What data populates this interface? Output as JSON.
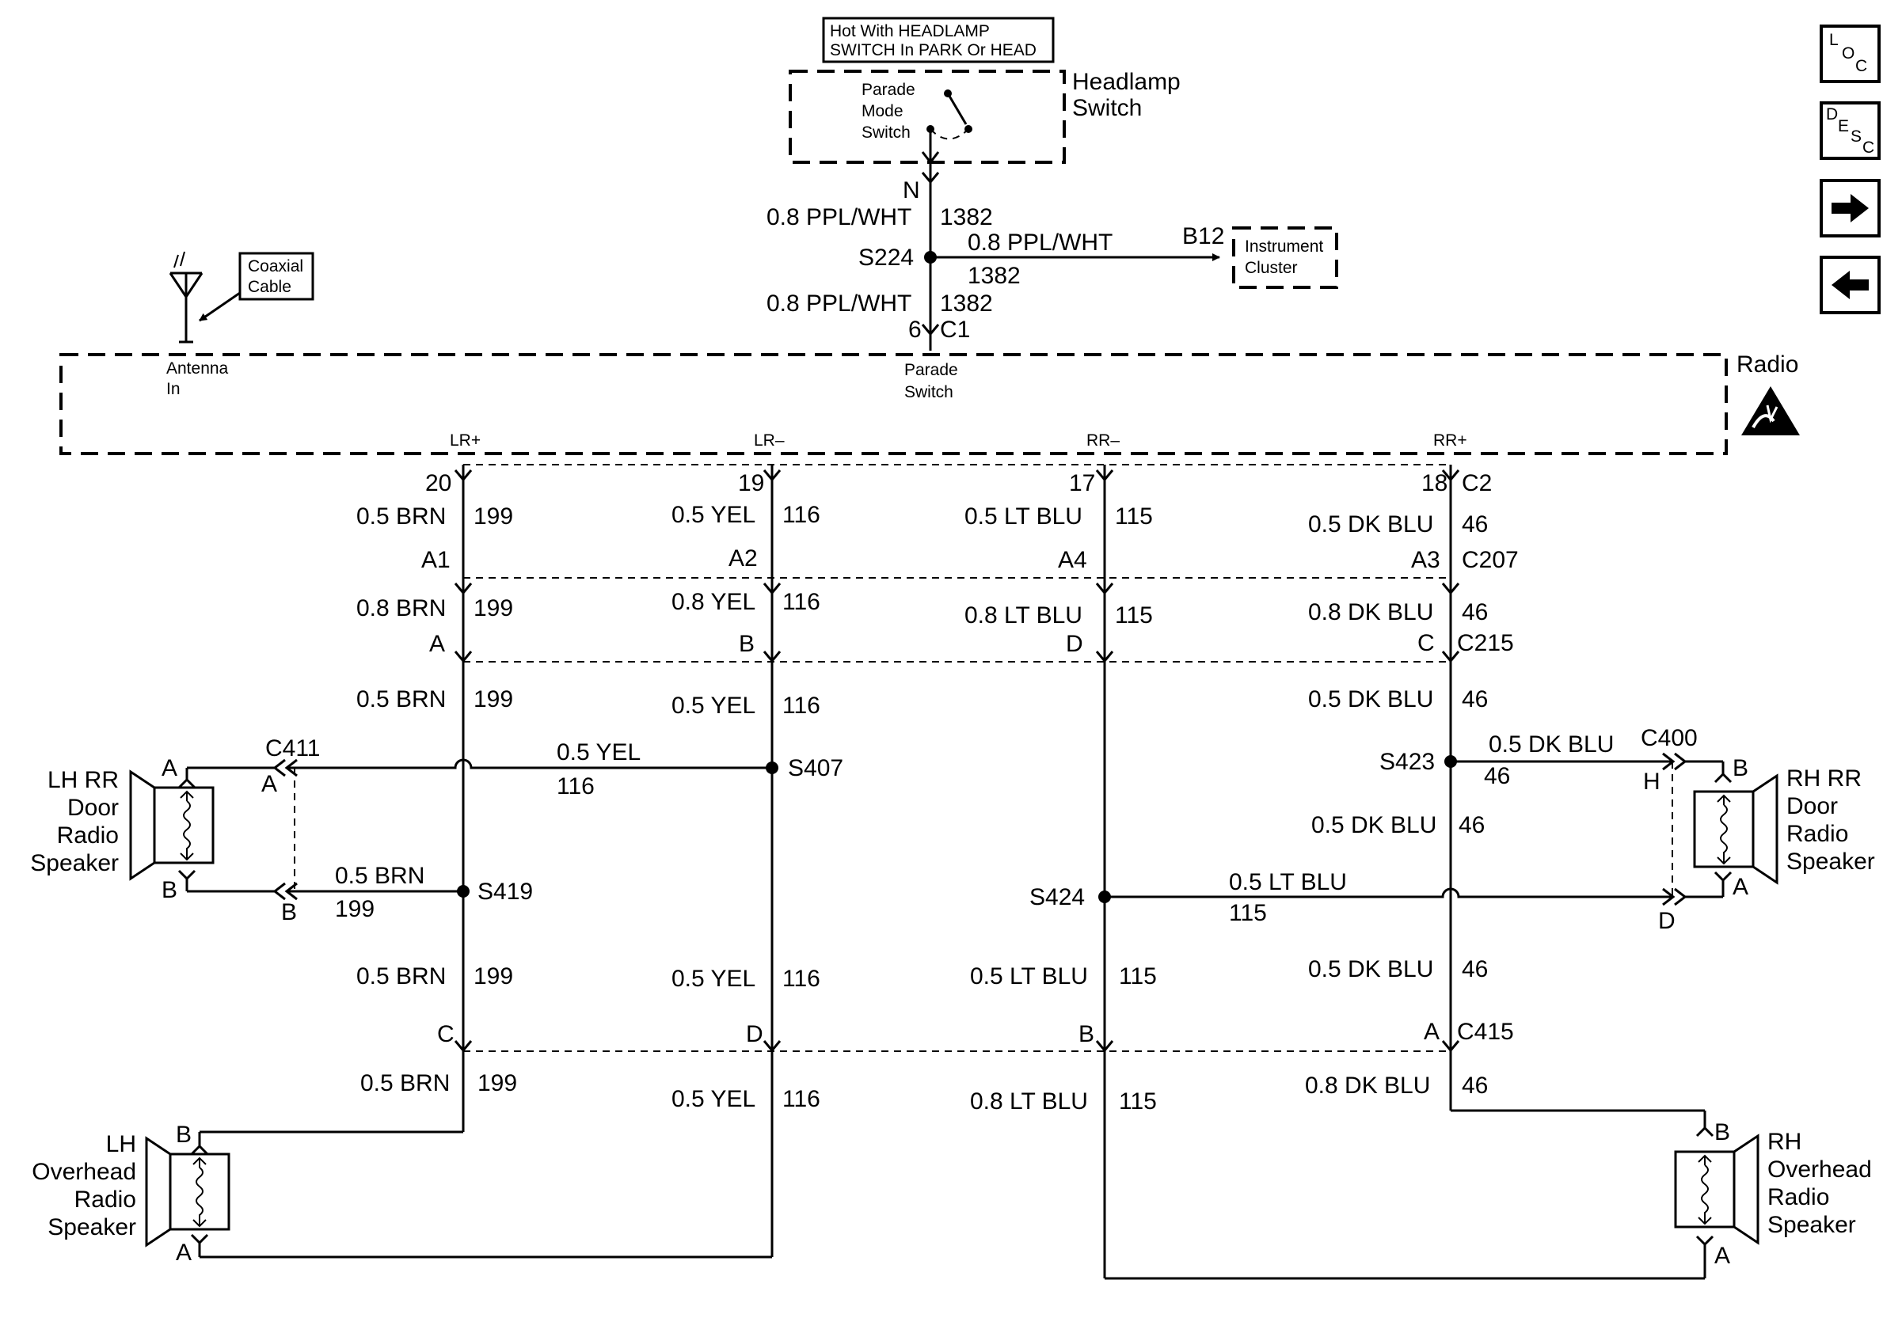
{
  "feed": {
    "line1": "Hot With HEADLAMP",
    "line2": "SWITCH In PARK Or HEAD"
  },
  "headlamp_switch": {
    "title1": "Headlamp",
    "title2": "Switch",
    "parade1": "Parade",
    "parade2": "Mode",
    "parade3": "Switch",
    "pin": "N"
  },
  "parade_circuit": {
    "upper_wire": "0.8 PPL/WHT",
    "upper_circuit": "1382",
    "splice": "S224",
    "branch_wire": "0.8 PPL/WHT",
    "branch_circuit": "1382",
    "branch_terminal": "B12",
    "lower_wire": "0.8 PPL/WHT",
    "lower_circuit": "1382",
    "radio_pin": "6",
    "radio_connector": "C1"
  },
  "instrument_cluster": {
    "line1": "Instrument",
    "line2": "Cluster"
  },
  "coax": {
    "line1": "Coaxial",
    "line2": "Cable"
  },
  "radio": {
    "title": "Radio",
    "antenna1": "Antenna",
    "antenna2": "In",
    "parade1": "Parade",
    "parade2": "Switch",
    "ch_lr_plus": "LR+",
    "ch_lr_minus": "LR–",
    "ch_rr_minus": "RR–",
    "ch_rr_plus": "RR+",
    "connector": "C2"
  },
  "channels": {
    "lr_plus": {
      "radio_pin": "20",
      "seg1_wire": "0.5 BRN",
      "seg1_circuit": "199",
      "c207_pin": "A1",
      "seg2_wire": "0.8 BRN",
      "seg2_circuit": "199",
      "c215_pin": "A",
      "seg3_wire": "0.5 BRN",
      "seg3_circuit": "199",
      "splice": "S419",
      "branch_wire": "0.5 BRN",
      "branch_circuit": "199",
      "seg4_wire": "0.5 BRN",
      "seg4_circuit": "199",
      "c415_pin": "C",
      "seg5_wire": "0.5 BRN",
      "seg5_circuit": "199"
    },
    "lr_minus": {
      "radio_pin": "19",
      "seg1_wire": "0.5 YEL",
      "seg1_circuit": "116",
      "c207_pin": "A2",
      "seg2_wire": "0.8 YEL",
      "seg2_circuit": "116",
      "c215_pin": "B",
      "seg3_wire": "0.5 YEL",
      "seg3_circuit": "116",
      "splice": "S407",
      "branch_wire": "0.5 YEL",
      "branch_circuit": "116",
      "seg4_wire": "0.5 YEL",
      "seg4_circuit": "116",
      "c415_pin": "D",
      "seg5_wire": "0.5 YEL",
      "seg5_circuit": "116"
    },
    "rr_minus": {
      "radio_pin": "17",
      "seg1_wire": "0.5 LT BLU",
      "seg1_circuit": "115",
      "c207_pin": "A4",
      "seg2_wire": "0.8 LT BLU",
      "seg2_circuit": "115",
      "c215_pin": "D",
      "splice": "S424",
      "branch_wire": "0.5 LT BLU",
      "branch_circuit": "115",
      "seg4_wire": "0.5 LT BLU",
      "seg4_circuit": "115",
      "c415_pin": "B",
      "seg5_wire": "0.8 LT BLU",
      "seg5_circuit": "115"
    },
    "rr_plus": {
      "radio_pin": "18",
      "seg1_wire": "0.5 DK BLU",
      "seg1_circuit": "46",
      "c207_pin": "A3",
      "seg2_wire": "0.8 DK BLU",
      "seg2_circuit": "46",
      "c215_pin": "C",
      "seg3_wire": "0.5 DK BLU",
      "seg3_circuit": "46",
      "splice": "S423",
      "branch_wire": "0.5 DK BLU",
      "branch_circuit": "46",
      "seg3b_wire": "0.5 DK BLU",
      "seg3b_circuit": "46",
      "seg4_wire": "0.5 DK BLU",
      "seg4_circuit": "46",
      "c415_pin": "A",
      "seg5_wire": "0.8 DK BLU",
      "seg5_circuit": "46"
    }
  },
  "connectors": {
    "c207": "C207",
    "c215": "C215",
    "c415": "C415",
    "c411": "C411",
    "c411_a": "A",
    "c411_b": "B",
    "c400": "C400",
    "c400_h": "H",
    "c400_d": "D"
  },
  "speakers": {
    "lh_rr_door": {
      "l1": "LH RR",
      "l2": "Door",
      "l3": "Radio",
      "l4": "Speaker",
      "pin_a": "A",
      "pin_b": "B"
    },
    "rh_rr_door": {
      "l1": "RH RR",
      "l2": "Door",
      "l3": "Radio",
      "l4": "Speaker",
      "pin_a": "A",
      "pin_b": "B"
    },
    "lh_overhead": {
      "l1": "LH",
      "l2": "Overhead",
      "l3": "Radio",
      "l4": "Speaker",
      "pin_a": "A",
      "pin_b": "B"
    },
    "rh_overhead": {
      "l1": "RH",
      "l2": "Overhead",
      "l3": "Radio",
      "l4": "Speaker",
      "pin_a": "A",
      "pin_b": "B"
    }
  },
  "nav": {
    "loc": {
      "a": "L",
      "b": "O",
      "c": "C"
    },
    "desc": {
      "a": "D",
      "b": "E",
      "c": "S",
      "d": "C"
    }
  }
}
